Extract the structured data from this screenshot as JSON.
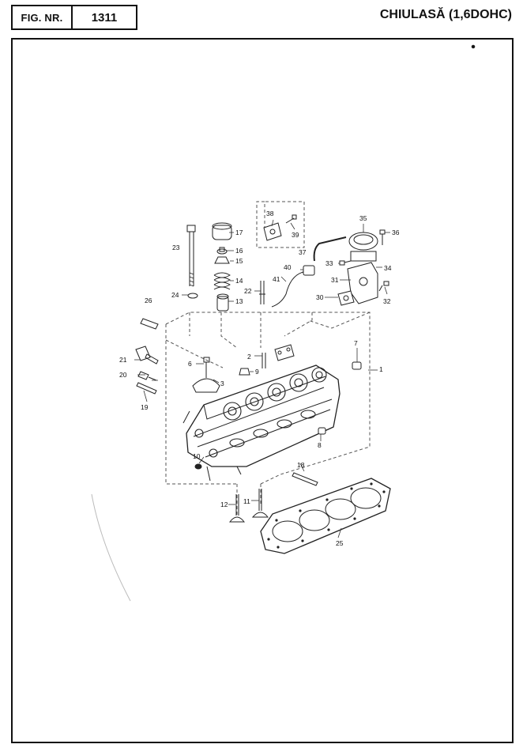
{
  "header": {
    "fig_label": "FIG. NR.",
    "fig_number": "1311",
    "title": "CHIULASĂ (1,6DOHC)"
  },
  "callouts": [
    {
      "id": "c1",
      "text": "1"
    },
    {
      "id": "c2",
      "text": "2"
    },
    {
      "id": "c3",
      "text": "3"
    },
    {
      "id": "c6",
      "text": "6"
    },
    {
      "id": "c7",
      "text": "7"
    },
    {
      "id": "c8",
      "text": "8"
    },
    {
      "id": "c9",
      "text": "9"
    },
    {
      "id": "c10",
      "text": "10"
    },
    {
      "id": "c11",
      "text": "11"
    },
    {
      "id": "c12",
      "text": "12"
    },
    {
      "id": "c13",
      "text": "13"
    },
    {
      "id": "c14",
      "text": "14"
    },
    {
      "id": "c15",
      "text": "15"
    },
    {
      "id": "c16",
      "text": "16"
    },
    {
      "id": "c17",
      "text": "17"
    },
    {
      "id": "c18",
      "text": "18"
    },
    {
      "id": "c19",
      "text": "19"
    },
    {
      "id": "c20",
      "text": "20"
    },
    {
      "id": "c21",
      "text": "21"
    },
    {
      "id": "c22",
      "text": "22"
    },
    {
      "id": "c23",
      "text": "23"
    },
    {
      "id": "c24",
      "text": "24"
    },
    {
      "id": "c25",
      "text": "25"
    },
    {
      "id": "c26",
      "text": "26"
    },
    {
      "id": "c30",
      "text": "30"
    },
    {
      "id": "c31",
      "text": "31"
    },
    {
      "id": "c32",
      "text": "32"
    },
    {
      "id": "c33",
      "text": "33"
    },
    {
      "id": "c34",
      "text": "34"
    },
    {
      "id": "c35",
      "text": "35"
    },
    {
      "id": "c36",
      "text": "36"
    },
    {
      "id": "c37",
      "text": "37"
    },
    {
      "id": "c38",
      "text": "38"
    },
    {
      "id": "c39",
      "text": "39"
    },
    {
      "id": "c40",
      "text": "40"
    },
    {
      "id": "c41",
      "text": "41"
    }
  ]
}
